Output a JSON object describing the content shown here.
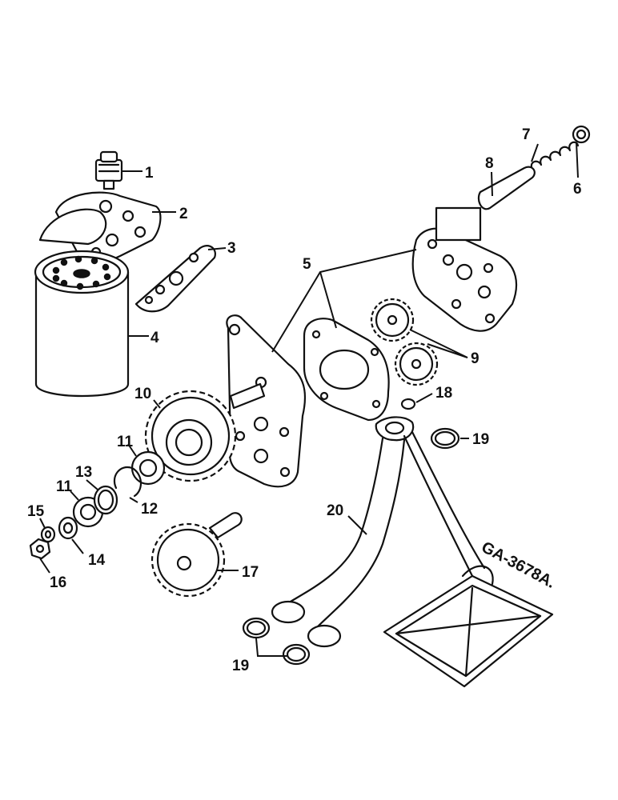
{
  "callouts": {
    "c1": "1",
    "c2": "2",
    "c3": "3",
    "c4": "4",
    "c5": "5",
    "c6": "6",
    "c7": "7",
    "c8": "8",
    "c9": "9",
    "c10": "10",
    "c11a": "11",
    "c11b": "11",
    "c12": "12",
    "c13": "13",
    "c14": "14",
    "c15": "15",
    "c16": "16",
    "c17": "17",
    "c18": "18",
    "c19a": "19",
    "c19b": "19",
    "c20": "20"
  },
  "reference_code": "GA-3678A."
}
